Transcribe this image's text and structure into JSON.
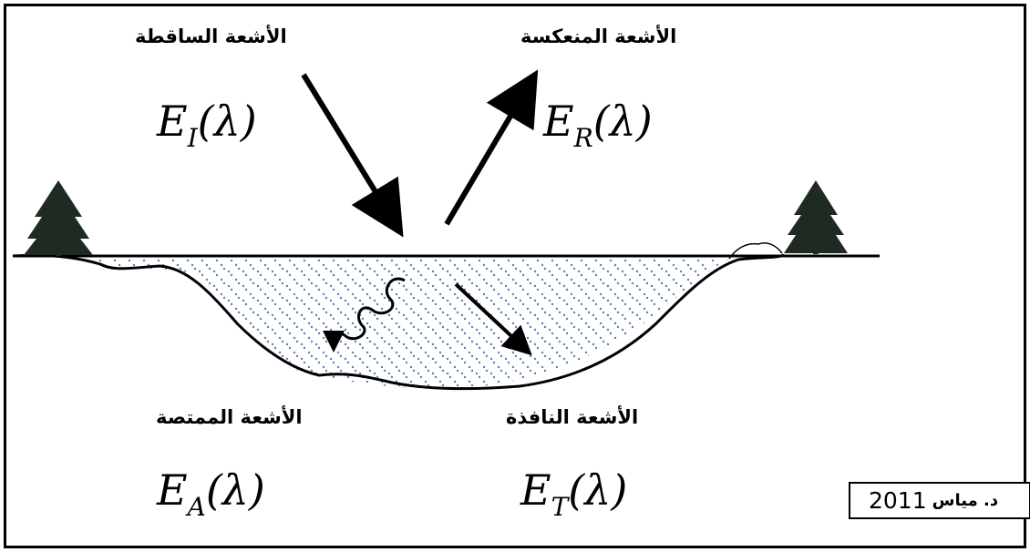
{
  "labels": {
    "incident": "الأشعة الساقطة",
    "reflected": "الأشعة المنعكسة",
    "absorbed": "الأشعة الممتصة",
    "transmitted": "الأشعة النافذة"
  },
  "formulas": {
    "incident": {
      "symbol": "E",
      "sub": "I",
      "arg": "(λ)"
    },
    "reflected": {
      "symbol": "E",
      "sub": "R",
      "arg": "(λ)"
    },
    "absorbed": {
      "symbol": "E",
      "sub": "A",
      "arg": "(λ)"
    },
    "transmitted": {
      "symbol": "E",
      "sub": "T",
      "arg": "(λ)"
    }
  },
  "credit": {
    "year": "2011",
    "name": "د. مياس"
  },
  "colors": {
    "ink": "#000000",
    "water_dots": "#5b7fb8",
    "tree": "#1f2a22"
  }
}
